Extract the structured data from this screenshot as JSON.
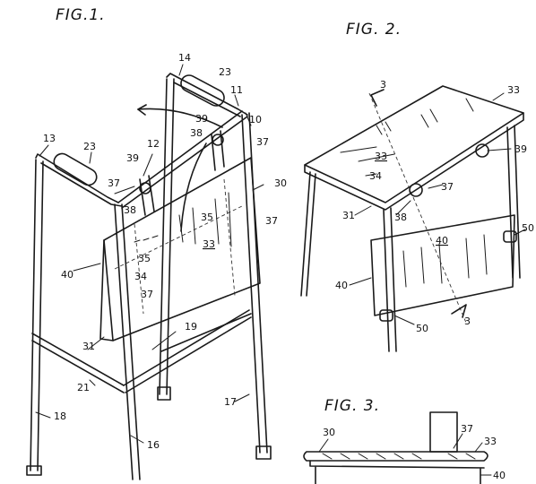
{
  "figures": {
    "fig1": {
      "title": "FIG.1.",
      "refs": {
        "r10": "10",
        "r11": "11",
        "r12": "12",
        "r13": "13",
        "r14": "14",
        "r16": "16",
        "r17": "17",
        "r18": "18",
        "r19": "19",
        "r21": "21",
        "r23a": "23",
        "r23b": "23",
        "r30": "30",
        "r31": "31",
        "r33": "33",
        "r34": "34",
        "r35a": "35",
        "r35b": "35",
        "r37a": "37",
        "r37b": "37",
        "r37c": "37",
        "r37d": "37",
        "r38a": "38",
        "r38b": "38",
        "r39a": "39",
        "r39b": "39",
        "r40": "40"
      }
    },
    "fig2": {
      "title": "FIG. 2.",
      "refs": {
        "r3a": "3",
        "r3b": "3",
        "r31": "31",
        "r33a": "33",
        "r33b": "33",
        "r34": "34",
        "r37": "37",
        "r38": "38",
        "r39": "39",
        "r40a": "40",
        "r40b": "40",
        "r50a": "50",
        "r50b": "50"
      }
    },
    "fig3": {
      "title": "FIG. 3.",
      "refs": {
        "r30": "30",
        "r33": "33",
        "r37": "37",
        "r40": "40"
      }
    }
  }
}
